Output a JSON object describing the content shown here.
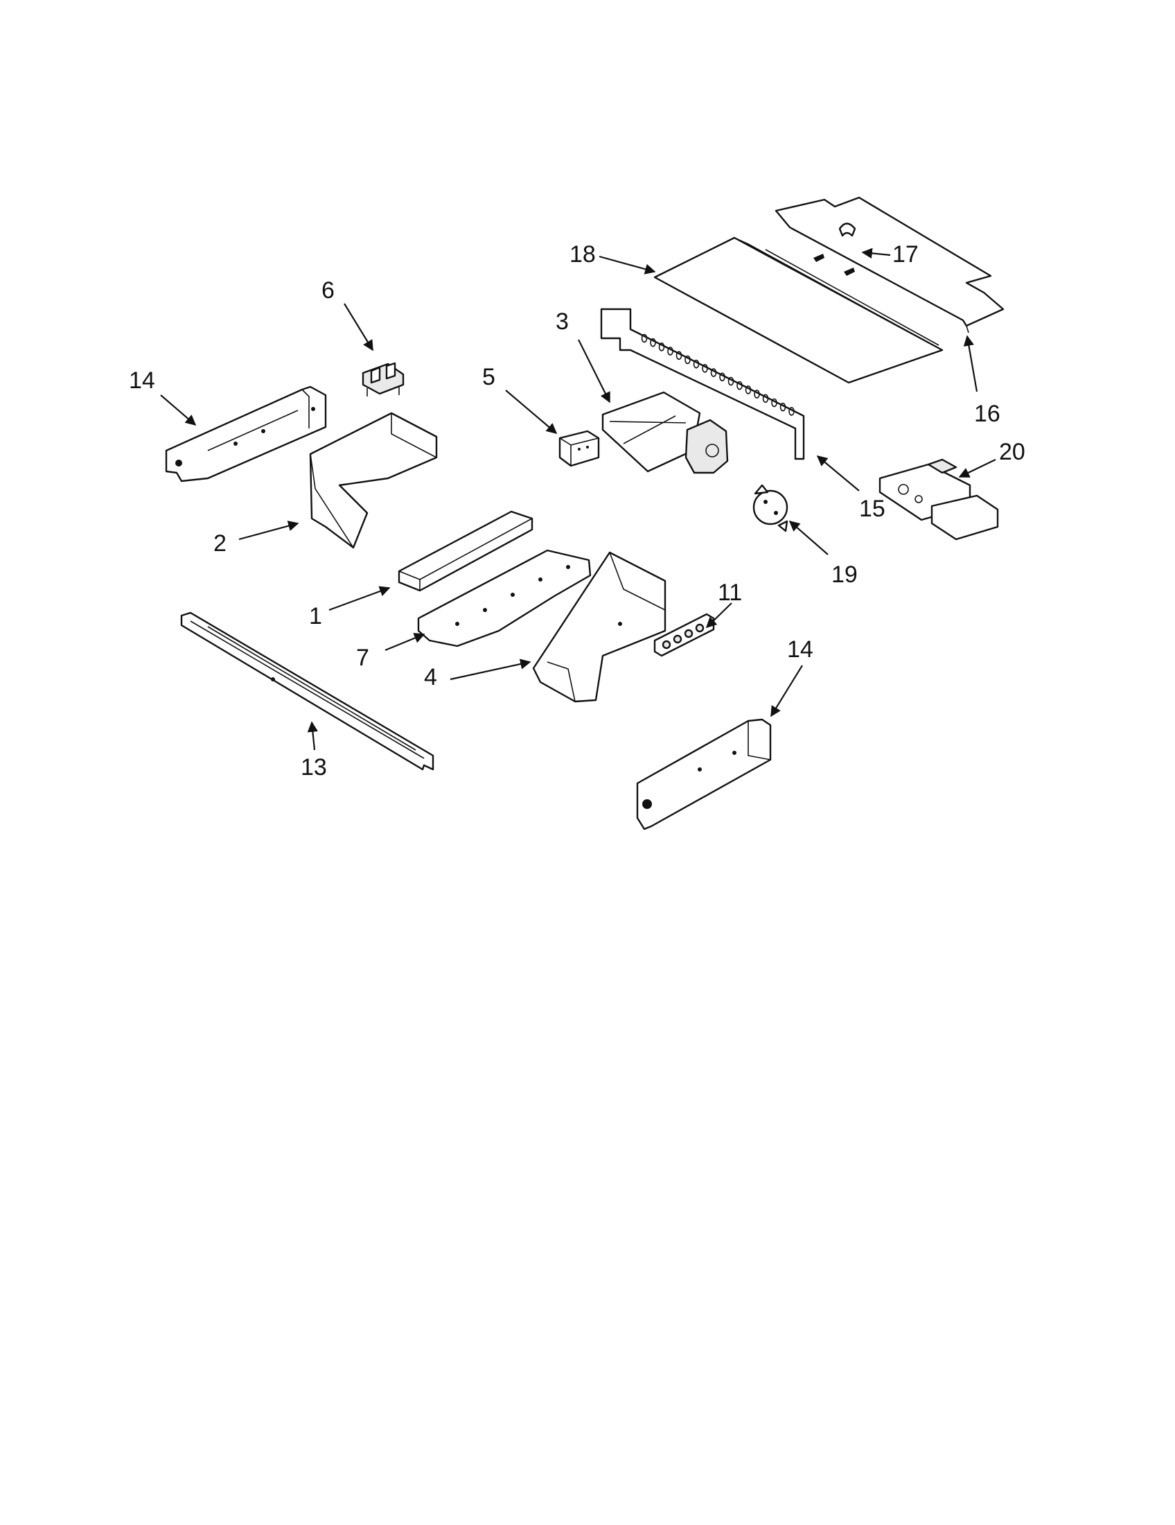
{
  "diagram": {
    "callouts": [
      {
        "id": "c18",
        "label": "18"
      },
      {
        "id": "c17",
        "label": "17"
      },
      {
        "id": "c16",
        "label": "16"
      },
      {
        "id": "c6",
        "label": "6"
      },
      {
        "id": "c3",
        "label": "3"
      },
      {
        "id": "c14a",
        "label": "14"
      },
      {
        "id": "c5",
        "label": "5"
      },
      {
        "id": "c15",
        "label": "15"
      },
      {
        "id": "c20",
        "label": "20"
      },
      {
        "id": "c2",
        "label": "2"
      },
      {
        "id": "c19",
        "label": "19"
      },
      {
        "id": "c11",
        "label": "11"
      },
      {
        "id": "c1",
        "label": "1"
      },
      {
        "id": "c14b",
        "label": "14"
      },
      {
        "id": "c7",
        "label": "7"
      },
      {
        "id": "c4",
        "label": "4"
      },
      {
        "id": "c13",
        "label": "13"
      }
    ]
  },
  "colors": {
    "line": "#111111",
    "background": "#ffffff"
  }
}
